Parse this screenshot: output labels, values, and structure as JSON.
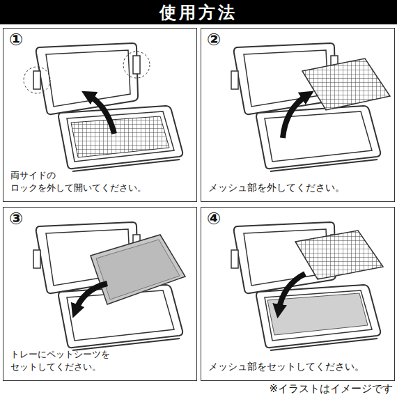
{
  "diagram": {
    "title": "使用方法",
    "nodes": [
      {
        "text": [
          "①",
          "両サイドの ロックを外して開いてください。"
        ]
      },
      {
        "text": [
          "②",
          "メッシュ部を外してください。"
        ]
      },
      {
        "text": [
          "③",
          "トレーにペットシーツを セットしてください。"
        ]
      },
      {
        "text": [
          "④",
          "メッシュ部をセットしてください。"
        ]
      }
    ],
    "labels": [
      "※イラストはイメージです"
    ]
  }
}
